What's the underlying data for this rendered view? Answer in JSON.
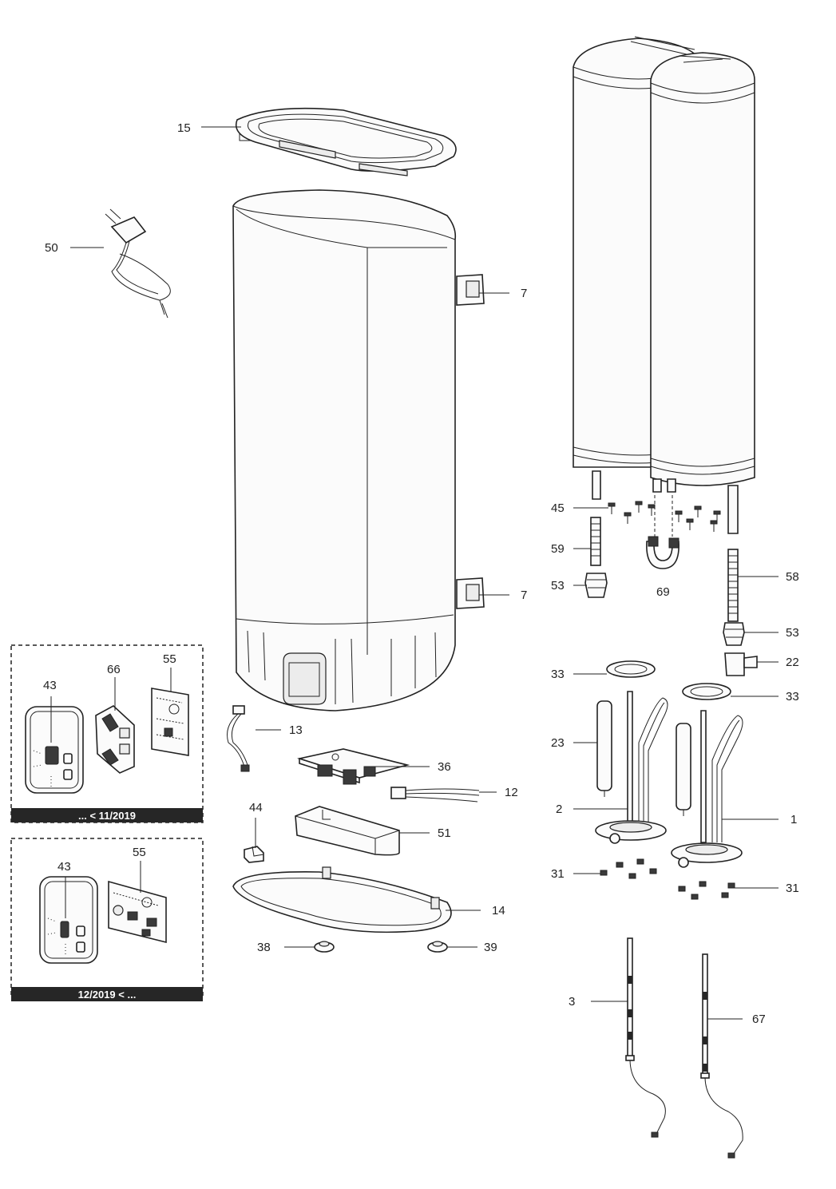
{
  "callouts": [
    {
      "id": "c15",
      "text": "15"
    },
    {
      "id": "c50",
      "text": "50"
    },
    {
      "id": "c7a",
      "text": "7"
    },
    {
      "id": "c7b",
      "text": "7"
    },
    {
      "id": "c45",
      "text": "45"
    },
    {
      "id": "c59",
      "text": "59"
    },
    {
      "id": "c53a",
      "text": "53"
    },
    {
      "id": "c69",
      "text": "69"
    },
    {
      "id": "c58",
      "text": "58"
    },
    {
      "id": "c53b",
      "text": "53"
    },
    {
      "id": "c22",
      "text": "22"
    },
    {
      "id": "c33a",
      "text": "33"
    },
    {
      "id": "c33b",
      "text": "33"
    },
    {
      "id": "c23",
      "text": "23"
    },
    {
      "id": "c2",
      "text": "2"
    },
    {
      "id": "c1",
      "text": "1"
    },
    {
      "id": "c31a",
      "text": "31"
    },
    {
      "id": "c31b",
      "text": "31"
    },
    {
      "id": "c3",
      "text": "3"
    },
    {
      "id": "c67",
      "text": "67"
    },
    {
      "id": "c13",
      "text": "13"
    },
    {
      "id": "c36",
      "text": "36"
    },
    {
      "id": "c12",
      "text": "12"
    },
    {
      "id": "c44",
      "text": "44"
    },
    {
      "id": "c51",
      "text": "51"
    },
    {
      "id": "c14",
      "text": "14"
    },
    {
      "id": "c38",
      "text": "38"
    },
    {
      "id": "c39",
      "text": "39"
    },
    {
      "id": "c43a",
      "text": "43"
    },
    {
      "id": "c66",
      "text": "66"
    },
    {
      "id": "c55a",
      "text": "55"
    },
    {
      "id": "c43b",
      "text": "43"
    },
    {
      "id": "c55b",
      "text": "55"
    }
  ],
  "version_boxes": [
    {
      "label": "... < 11/2019"
    },
    {
      "label": "12/2019 < ..."
    }
  ]
}
